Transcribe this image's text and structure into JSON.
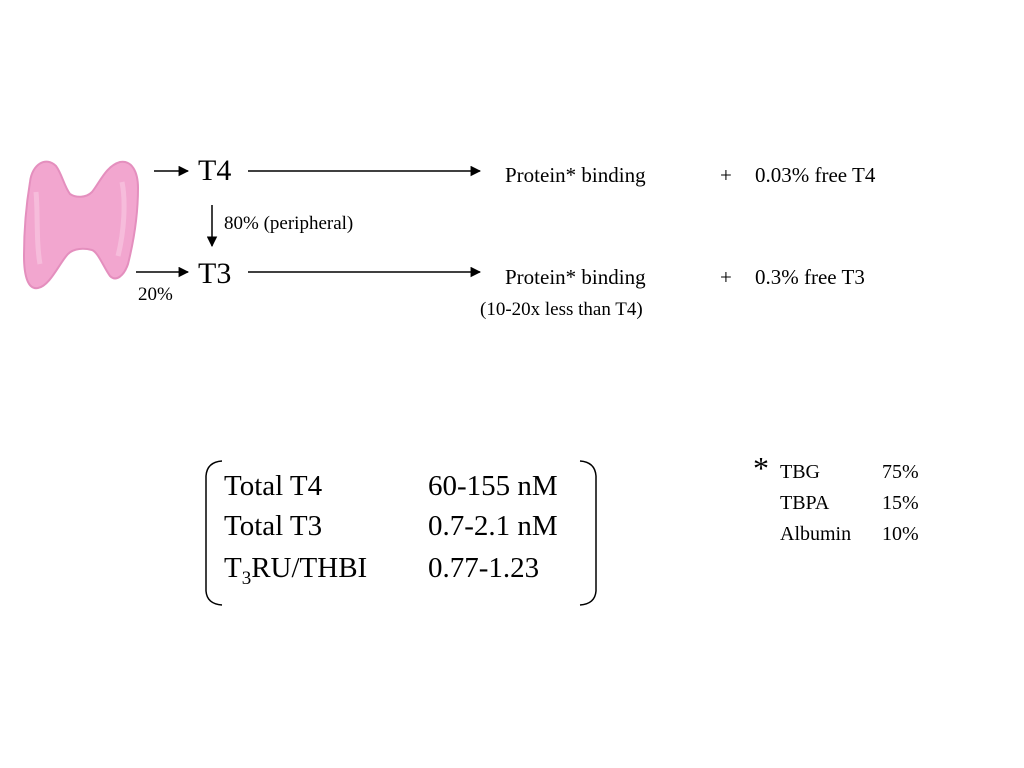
{
  "pathway": {
    "t4_label": "T4",
    "t3_label": "T3",
    "conversion_label": "80% (peripheral)",
    "direct_secretion_label": "20%",
    "t4_binding": "Protein* binding",
    "t3_binding": "Protein* binding",
    "t3_binding_note": "(10-20x less than T4)",
    "plus_sign": "+",
    "t4_free": "0.03% free T4",
    "t3_free": "0.3% free T3"
  },
  "reference_ranges": [
    {
      "name": "Total T4",
      "range": "60-155 nM"
    },
    {
      "name": "Total T3",
      "range": "0.7-2.1 nM"
    },
    {
      "name_prefix": "T",
      "name_subscript": "3",
      "name_suffix": "RU/THBI",
      "range": "0.77-1.23"
    }
  ],
  "binding_proteins": {
    "marker": "*",
    "items": [
      {
        "name": "TBG",
        "percent": "75%"
      },
      {
        "name": "TBPA",
        "percent": "15%"
      },
      {
        "name": "Albumin",
        "percent": "10%"
      }
    ]
  },
  "colors": {
    "thyroid_fill": "#f2a6cf",
    "thyroid_edge": "#e48fbe"
  },
  "icons": {
    "thyroid": "thyroid-gland-icon"
  }
}
